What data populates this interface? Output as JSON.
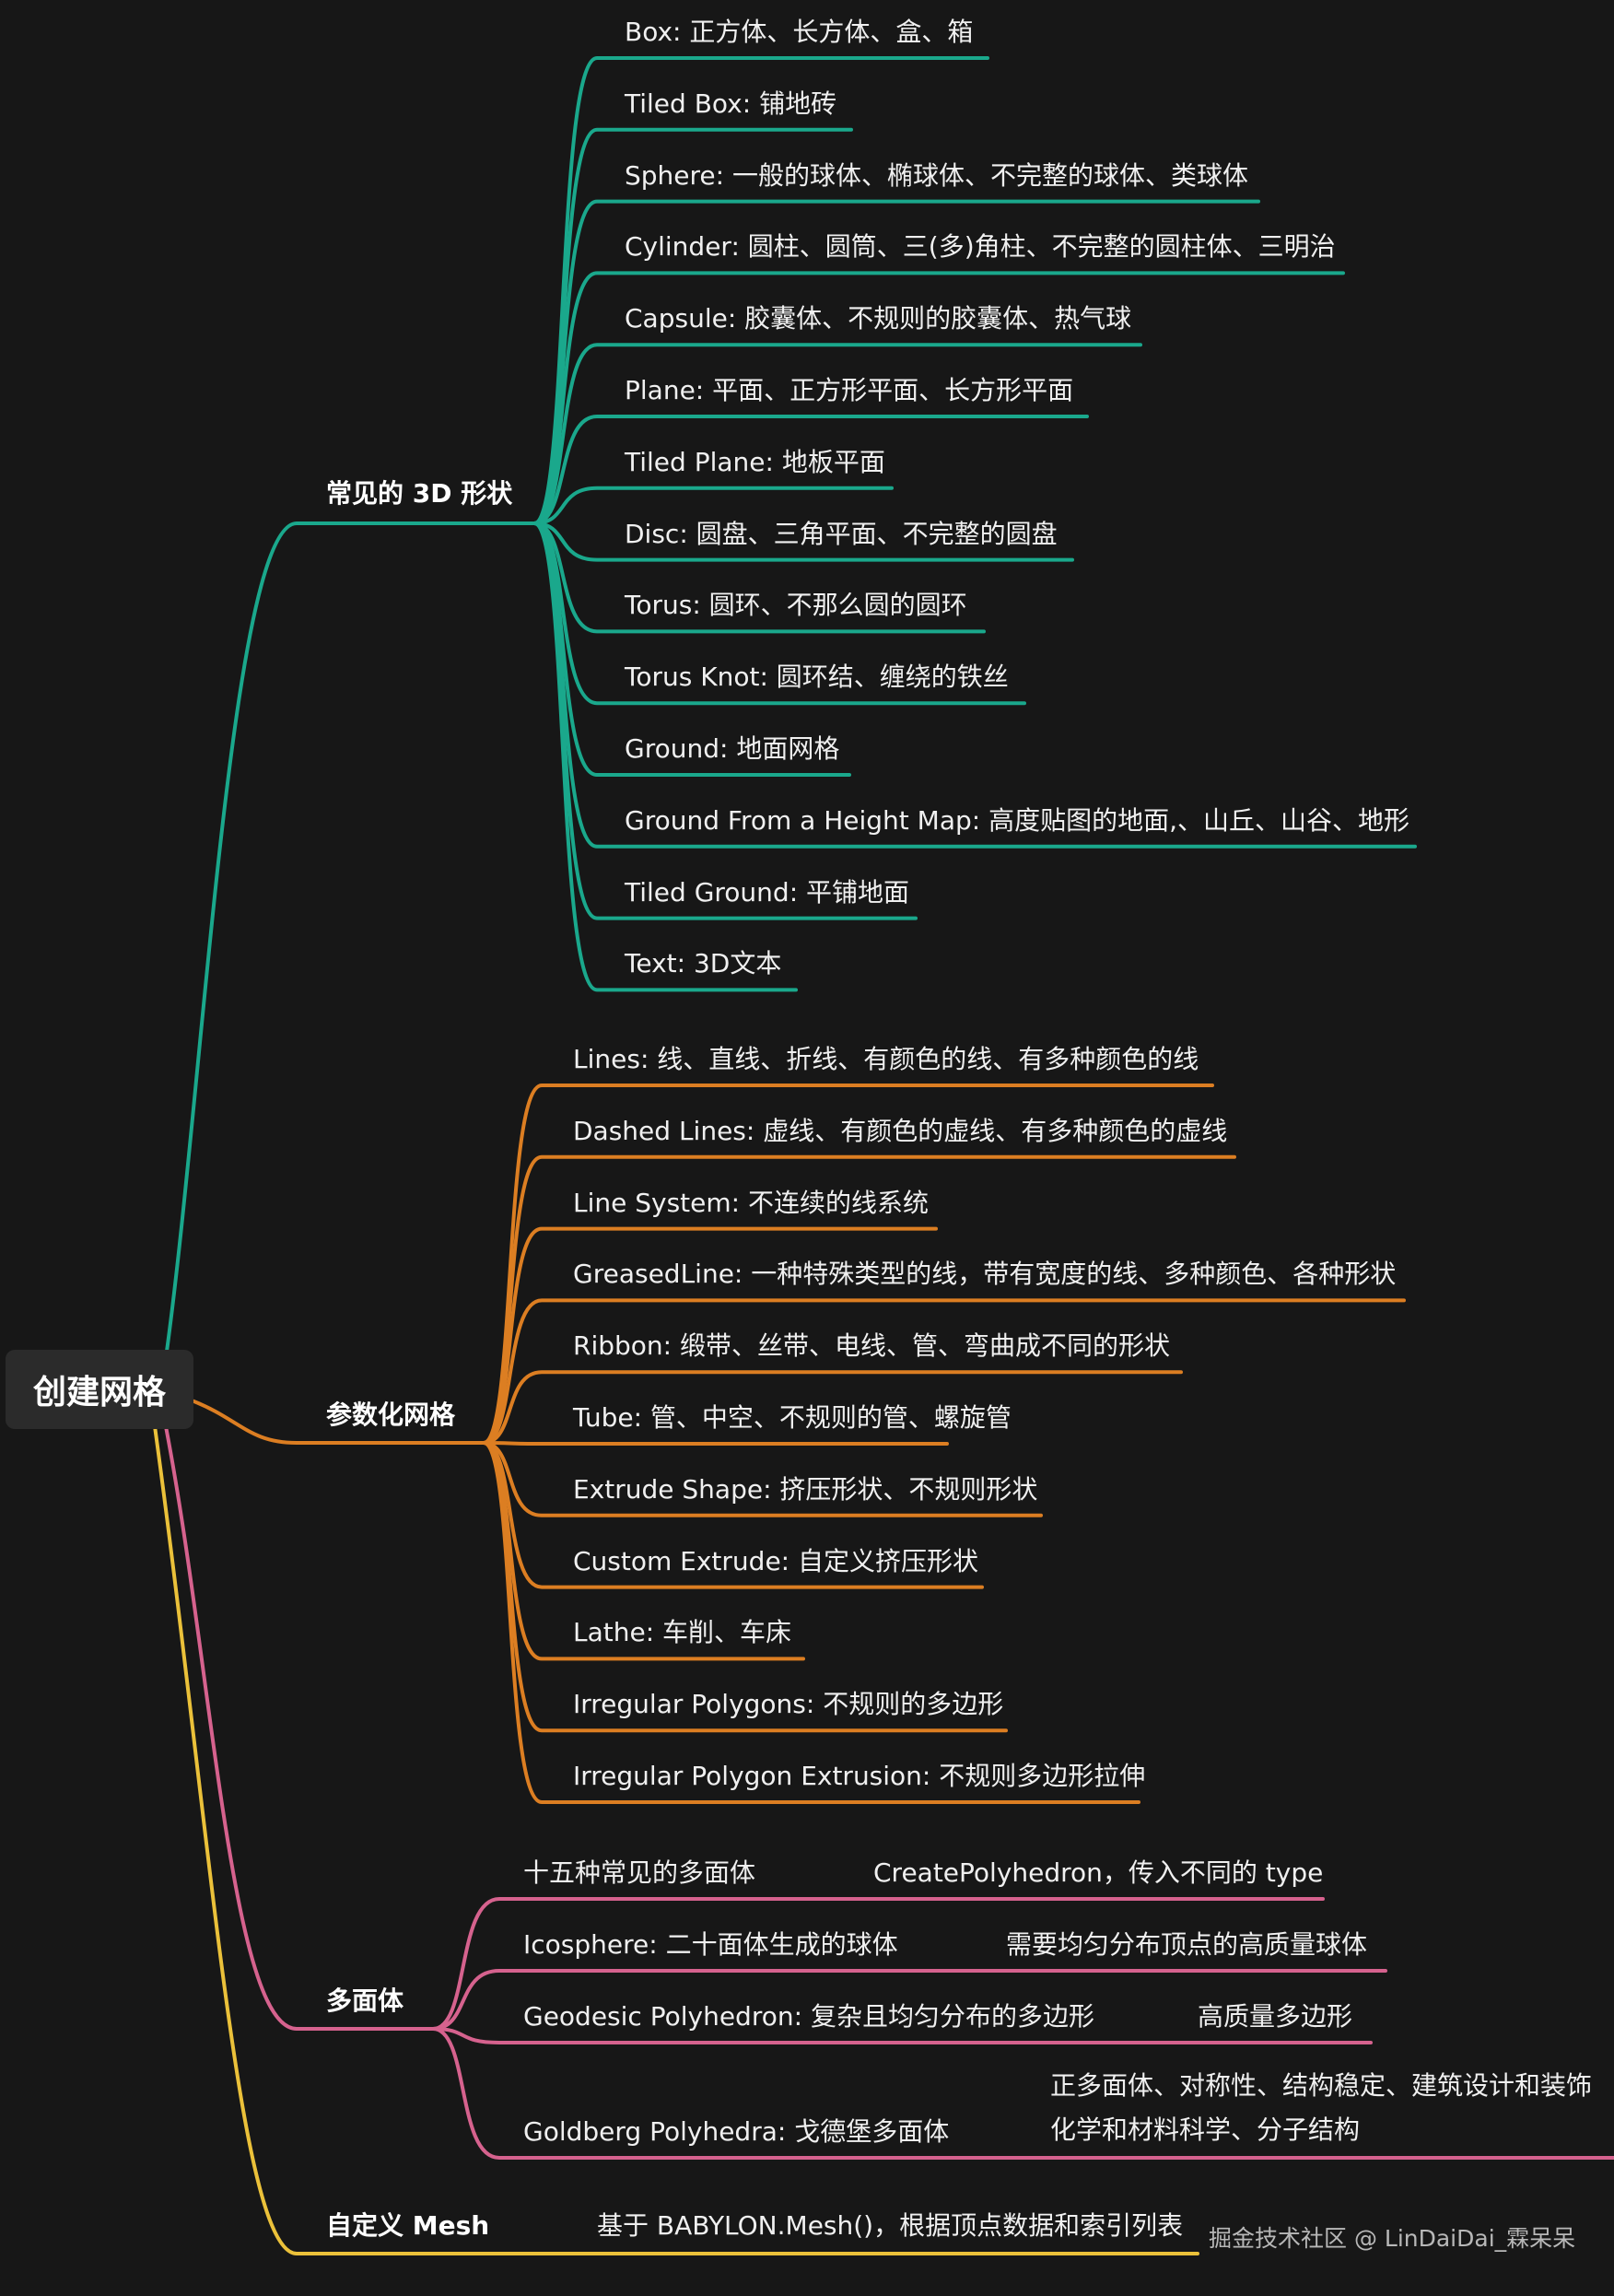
{
  "root": {
    "label": "创建网格"
  },
  "colors": {
    "shapes": "#1aa88c",
    "parametric": "#dc7e22",
    "polyhedra": "#d6628e",
    "custom": "#ebc13a"
  },
  "branches": {
    "shapes": {
      "label": "常见的 3D 形状",
      "items": [
        "Box: 正方体、长方体、盒、箱",
        "Tiled Box: 铺地砖",
        "Sphere: 一般的球体、椭球体、不完整的球体、类球体",
        "Cylinder: 圆柱、圆筒、三(多)角柱、不完整的圆柱体、三明治",
        "Capsule: 胶囊体、不规则的胶囊体、热气球",
        "Plane: 平面、正方形平面、长方形平面",
        "Tiled Plane: 地板平面",
        "Disc: 圆盘、三角平面、不完整的圆盘",
        "Torus: 圆环、不那么圆的圆环",
        "Torus Knot: 圆环结、缠绕的铁丝",
        "Ground: 地面网格",
        "Ground From a Height Map: 高度贴图的地面,、山丘、山谷、地形",
        "Tiled Ground: 平铺地面",
        "Text: 3D文本"
      ]
    },
    "parametric": {
      "label": "参数化网格",
      "items": [
        "Lines: 线、直线、折线、有颜色的线、有多种颜色的线",
        "Dashed Lines: 虚线、有颜色的虚线、有多种颜色的虚线",
        "Line System: 不连续的线系统",
        "GreasedLine: 一种特殊类型的线，带有宽度的线、多种颜色、各种形状",
        "Ribbon: 缎带、丝带、电线、管、弯曲成不同的形状",
        "Tube: 管、中空、不规则的管、螺旋管",
        "Extrude Shape: 挤压形状、不规则形状",
        "Custom Extrude: 自定义挤压形状",
        "Lathe: 车削、车床",
        "Irregular Polygons: 不规则的多边形",
        "Irregular Polygon Extrusion: 不规则多边形拉伸"
      ]
    },
    "polyhedra": {
      "label": "多面体",
      "items": [
        {
          "name": "十五种常见的多面体",
          "notes": [
            "CreatePolyhedron，传入不同的 type"
          ]
        },
        {
          "name": "Icosphere: 二十面体生成的球体",
          "notes": [
            "需要均匀分布顶点的高质量球体"
          ]
        },
        {
          "name": "Geodesic Polyhedron: 复杂且均匀分布的多边形",
          "notes": [
            "高质量多边形"
          ]
        },
        {
          "name": "Goldberg Polyhedra: 戈德堡多面体",
          "notes": [
            "正多面体、对称性、结构稳定、建筑设计和装饰",
            "化学和材料科学、分子结构"
          ]
        }
      ]
    },
    "custom": {
      "label": "自定义 Mesh",
      "note": "基于 BABYLON.Mesh()，根据顶点数据和索引列表"
    }
  },
  "watermark": "掘金技术社区 @ LinDaiDai_霖呆呆"
}
